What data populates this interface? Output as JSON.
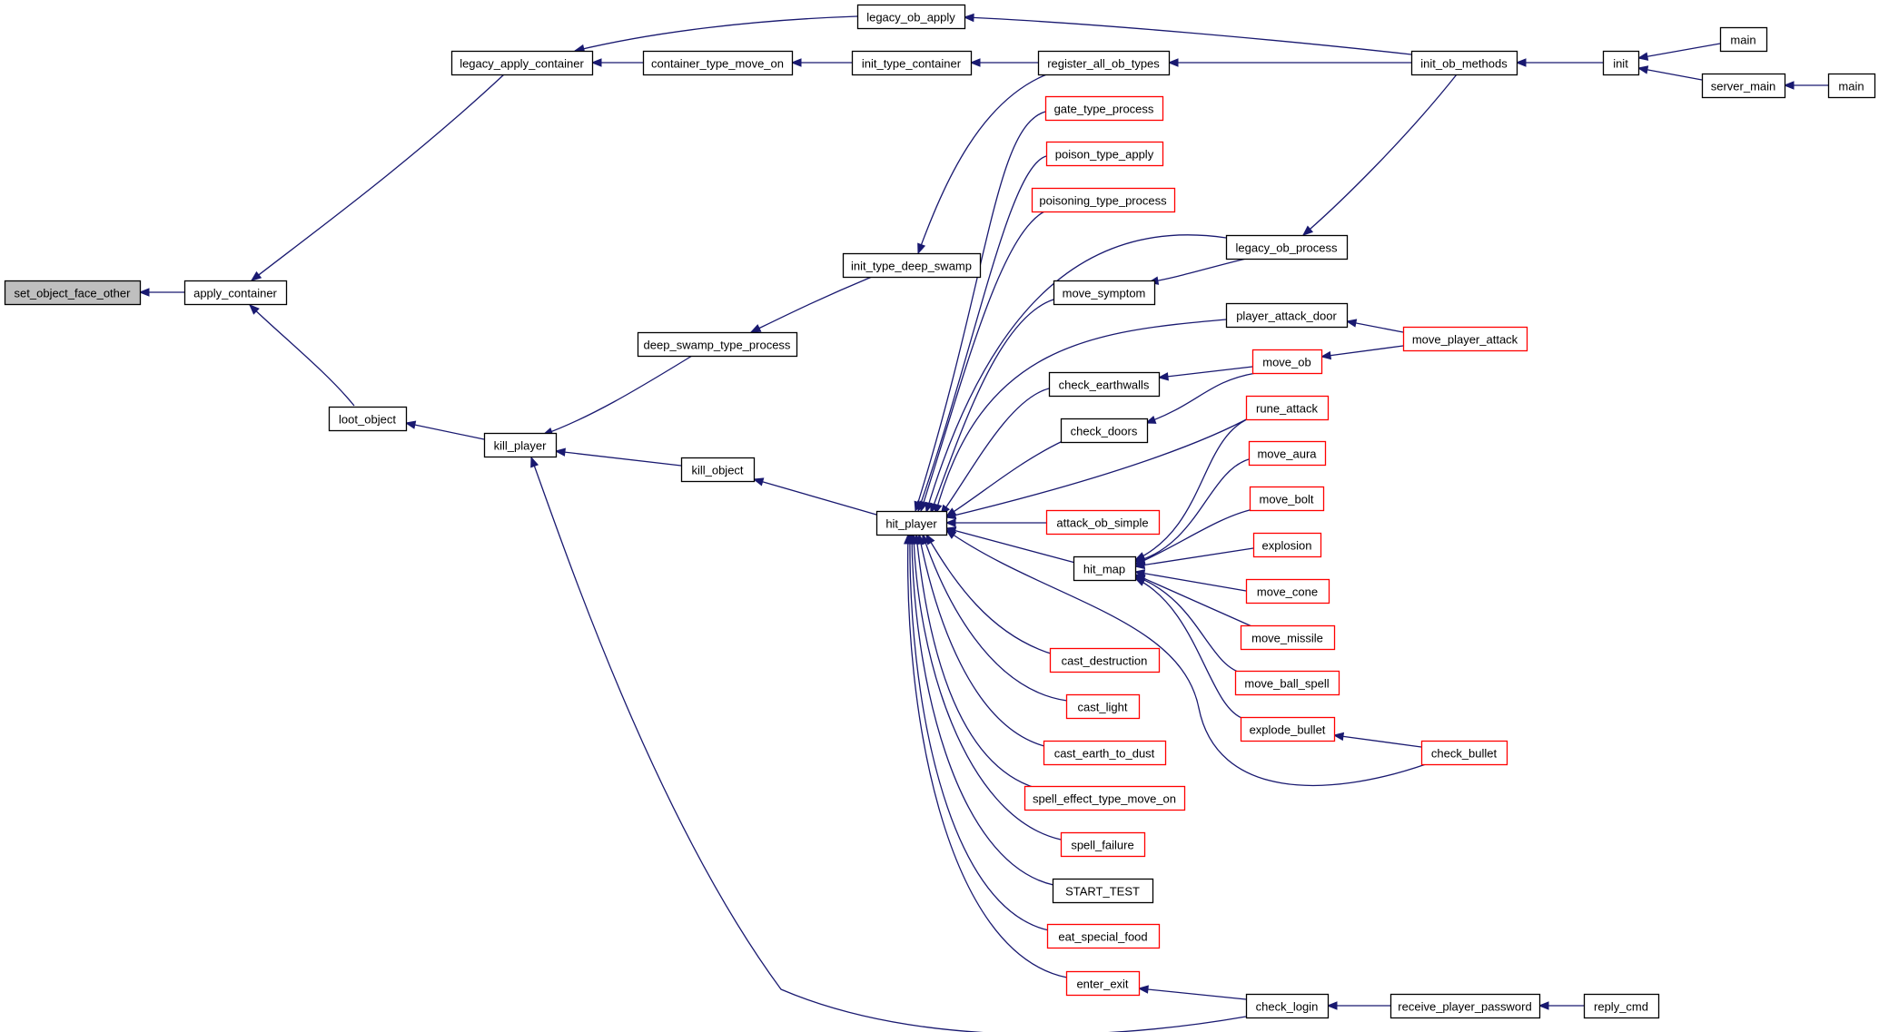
{
  "graph": {
    "kind": "caller-graph",
    "focus": "set_object_face_other",
    "colors": {
      "edge": "#191970",
      "node_border": "#000000",
      "incomplete_border": "#ff0000",
      "focus_fill": "#bfbfbf"
    },
    "nodes": [
      {
        "id": "set_object_face_other",
        "label": "set_object_face_other",
        "incomplete": false,
        "focus": true
      },
      {
        "id": "apply_container",
        "label": "apply_container",
        "incomplete": false
      },
      {
        "id": "legacy_apply_container",
        "label": "legacy_apply_container",
        "incomplete": false
      },
      {
        "id": "legacy_ob_apply",
        "label": "legacy_ob_apply",
        "incomplete": false
      },
      {
        "id": "container_type_move_on",
        "label": "container_type_move_on",
        "incomplete": false
      },
      {
        "id": "init_type_container",
        "label": "init_type_container",
        "incomplete": false
      },
      {
        "id": "register_all_ob_types",
        "label": "register_all_ob_types",
        "incomplete": false
      },
      {
        "id": "init_ob_methods",
        "label": "init_ob_methods",
        "incomplete": false
      },
      {
        "id": "init",
        "label": "init",
        "incomplete": false
      },
      {
        "id": "main_a",
        "label": "main",
        "incomplete": false
      },
      {
        "id": "server_main",
        "label": "server_main",
        "incomplete": false
      },
      {
        "id": "main_b",
        "label": "main",
        "incomplete": false
      },
      {
        "id": "gate_type_process",
        "label": "gate_type_process",
        "incomplete": true
      },
      {
        "id": "poison_type_apply",
        "label": "poison_type_apply",
        "incomplete": true
      },
      {
        "id": "poisoning_type_process",
        "label": "poisoning_type_process",
        "incomplete": true
      },
      {
        "id": "init_type_deep_swamp",
        "label": "init_type_deep_swamp",
        "incomplete": false
      },
      {
        "id": "legacy_ob_process",
        "label": "legacy_ob_process",
        "incomplete": false
      },
      {
        "id": "move_symptom",
        "label": "move_symptom",
        "incomplete": false
      },
      {
        "id": "player_attack_door",
        "label": "player_attack_door",
        "incomplete": false
      },
      {
        "id": "move_player_attack",
        "label": "move_player_attack",
        "incomplete": true
      },
      {
        "id": "deep_swamp_type_process",
        "label": "deep_swamp_type_process",
        "incomplete": false
      },
      {
        "id": "move_ob",
        "label": "move_ob",
        "incomplete": true
      },
      {
        "id": "check_earthwalls",
        "label": "check_earthwalls",
        "incomplete": false
      },
      {
        "id": "loot_object",
        "label": "loot_object",
        "incomplete": false
      },
      {
        "id": "check_doors",
        "label": "check_doors",
        "incomplete": false
      },
      {
        "id": "rune_attack",
        "label": "rune_attack",
        "incomplete": true
      },
      {
        "id": "kill_player",
        "label": "kill_player",
        "incomplete": false
      },
      {
        "id": "kill_object",
        "label": "kill_object",
        "incomplete": false
      },
      {
        "id": "move_aura",
        "label": "move_aura",
        "incomplete": true
      },
      {
        "id": "move_bolt",
        "label": "move_bolt",
        "incomplete": true
      },
      {
        "id": "hit_player",
        "label": "hit_player",
        "incomplete": false
      },
      {
        "id": "attack_ob_simple",
        "label": "attack_ob_simple",
        "incomplete": true
      },
      {
        "id": "explosion",
        "label": "explosion",
        "incomplete": true
      },
      {
        "id": "hit_map",
        "label": "hit_map",
        "incomplete": false
      },
      {
        "id": "move_cone",
        "label": "move_cone",
        "incomplete": true
      },
      {
        "id": "move_missile",
        "label": "move_missile",
        "incomplete": true
      },
      {
        "id": "cast_destruction",
        "label": "cast_destruction",
        "incomplete": true
      },
      {
        "id": "move_ball_spell",
        "label": "move_ball_spell",
        "incomplete": true
      },
      {
        "id": "cast_light",
        "label": "cast_light",
        "incomplete": true
      },
      {
        "id": "explode_bullet",
        "label": "explode_bullet",
        "incomplete": true
      },
      {
        "id": "check_bullet",
        "label": "check_bullet",
        "incomplete": true
      },
      {
        "id": "cast_earth_to_dust",
        "label": "cast_earth_to_dust",
        "incomplete": true
      },
      {
        "id": "spell_effect_type_move_on",
        "label": "spell_effect_type_move_on",
        "incomplete": true
      },
      {
        "id": "spell_failure",
        "label": "spell_failure",
        "incomplete": true
      },
      {
        "id": "START_TEST",
        "label": "START_TEST",
        "incomplete": false
      },
      {
        "id": "eat_special_food",
        "label": "eat_special_food",
        "incomplete": true
      },
      {
        "id": "enter_exit",
        "label": "enter_exit",
        "incomplete": true
      },
      {
        "id": "check_login",
        "label": "check_login",
        "incomplete": false
      },
      {
        "id": "receive_player_password",
        "label": "receive_player_password",
        "incomplete": false
      },
      {
        "id": "reply_cmd",
        "label": "reply_cmd",
        "incomplete": false
      }
    ],
    "edges": [
      {
        "caller": "apply_container",
        "callee": "set_object_face_other"
      },
      {
        "caller": "legacy_apply_container",
        "callee": "apply_container"
      },
      {
        "caller": "loot_object",
        "callee": "apply_container"
      },
      {
        "caller": "legacy_ob_apply",
        "callee": "legacy_apply_container"
      },
      {
        "caller": "container_type_move_on",
        "callee": "legacy_apply_container"
      },
      {
        "caller": "init_type_container",
        "callee": "container_type_move_on"
      },
      {
        "caller": "register_all_ob_types",
        "callee": "init_type_container"
      },
      {
        "caller": "init_ob_methods",
        "callee": "legacy_ob_apply"
      },
      {
        "caller": "init_ob_methods",
        "callee": "register_all_ob_types"
      },
      {
        "caller": "init",
        "callee": "init_ob_methods"
      },
      {
        "caller": "main_a",
        "callee": "init"
      },
      {
        "caller": "server_main",
        "callee": "init"
      },
      {
        "caller": "main_b",
        "callee": "server_main"
      },
      {
        "caller": "kill_player",
        "callee": "loot_object"
      },
      {
        "caller": "deep_swamp_type_process",
        "callee": "kill_player"
      },
      {
        "caller": "kill_object",
        "callee": "kill_player"
      },
      {
        "caller": "check_login",
        "callee": "kill_player"
      },
      {
        "caller": "init_type_deep_swamp",
        "callee": "deep_swamp_type_process"
      },
      {
        "caller": "register_all_ob_types",
        "callee": "init_type_deep_swamp"
      },
      {
        "caller": "hit_player",
        "callee": "kill_object"
      },
      {
        "caller": "gate_type_process",
        "callee": "hit_player"
      },
      {
        "caller": "poison_type_apply",
        "callee": "hit_player"
      },
      {
        "caller": "poisoning_type_process",
        "callee": "hit_player"
      },
      {
        "caller": "legacy_ob_process",
        "callee": "hit_player"
      },
      {
        "caller": "move_symptom",
        "callee": "hit_player"
      },
      {
        "caller": "player_attack_door",
        "callee": "hit_player"
      },
      {
        "caller": "check_earthwalls",
        "callee": "hit_player"
      },
      {
        "caller": "check_doors",
        "callee": "hit_player"
      },
      {
        "caller": "rune_attack",
        "callee": "hit_player"
      },
      {
        "caller": "attack_ob_simple",
        "callee": "hit_player"
      },
      {
        "caller": "hit_map",
        "callee": "hit_player"
      },
      {
        "caller": "check_bullet",
        "callee": "hit_player"
      },
      {
        "caller": "cast_destruction",
        "callee": "hit_player"
      },
      {
        "caller": "cast_light",
        "callee": "hit_player"
      },
      {
        "caller": "cast_earth_to_dust",
        "callee": "hit_player"
      },
      {
        "caller": "spell_effect_type_move_on",
        "callee": "hit_player"
      },
      {
        "caller": "spell_failure",
        "callee": "hit_player"
      },
      {
        "caller": "START_TEST",
        "callee": "hit_player"
      },
      {
        "caller": "eat_special_food",
        "callee": "hit_player"
      },
      {
        "caller": "enter_exit",
        "callee": "hit_player"
      },
      {
        "caller": "init_ob_methods",
        "callee": "legacy_ob_process"
      },
      {
        "caller": "legacy_ob_process",
        "callee": "move_symptom"
      },
      {
        "caller": "move_player_attack",
        "callee": "player_attack_door"
      },
      {
        "caller": "move_player_attack",
        "callee": "move_ob"
      },
      {
        "caller": "move_ob",
        "callee": "check_earthwalls"
      },
      {
        "caller": "move_ob",
        "callee": "check_doors"
      },
      {
        "caller": "rune_attack",
        "callee": "hit_map"
      },
      {
        "caller": "move_aura",
        "callee": "hit_map"
      },
      {
        "caller": "move_bolt",
        "callee": "hit_map"
      },
      {
        "caller": "explosion",
        "callee": "hit_map"
      },
      {
        "caller": "move_cone",
        "callee": "hit_map"
      },
      {
        "caller": "move_missile",
        "callee": "hit_map"
      },
      {
        "caller": "move_ball_spell",
        "callee": "hit_map"
      },
      {
        "caller": "explode_bullet",
        "callee": "hit_map"
      },
      {
        "caller": "check_bullet",
        "callee": "explode_bullet"
      },
      {
        "caller": "check_login",
        "callee": "enter_exit"
      },
      {
        "caller": "receive_player_password",
        "callee": "check_login"
      },
      {
        "caller": "reply_cmd",
        "callee": "receive_player_password"
      }
    ]
  }
}
